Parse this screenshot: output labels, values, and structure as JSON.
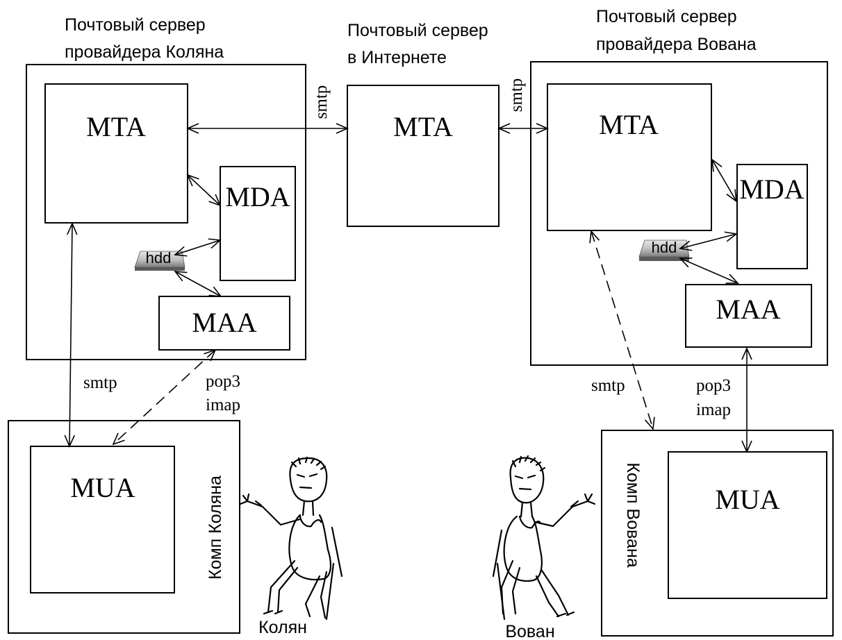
{
  "labels": {
    "server_kolyan_line1": "Почтовый сервер",
    "server_kolyan_line2": "провайдера Коляна",
    "server_internet_line1": "Почтовый сервер",
    "server_internet_line2": "в Интернете",
    "server_vovan_line1": "Почтовый сервер",
    "server_vovan_line2": "провайдера Вована",
    "comp_kolyan": "Комп Коляна",
    "comp_vovan": "Комп Вована",
    "person_kolyan": "Колян",
    "person_vovan": "Вован"
  },
  "boxes": {
    "mta_kolyan": "MTA",
    "mda_kolyan": "MDA",
    "maa_kolyan": "MAA",
    "mta_internet": "MTA",
    "mta_vovan": "MTA",
    "mda_vovan": "MDA",
    "maa_vovan": "MAA",
    "mua_kolyan": "MUA",
    "mua_vovan": "MUA"
  },
  "disks": {
    "hdd_kolyan": "hdd",
    "hdd_vovan": "hdd"
  },
  "protocols": {
    "smtp_kolyan_internet": "smtp",
    "smtp_internet_vovan": "smtp",
    "smtp_kolyan_client": "smtp",
    "pop3_kolyan_client": "pop3",
    "imap_kolyan_client": "imap",
    "smtp_vovan_client": "smtp",
    "pop3_vovan_client": "pop3",
    "imap_vovan_client": "imap"
  }
}
